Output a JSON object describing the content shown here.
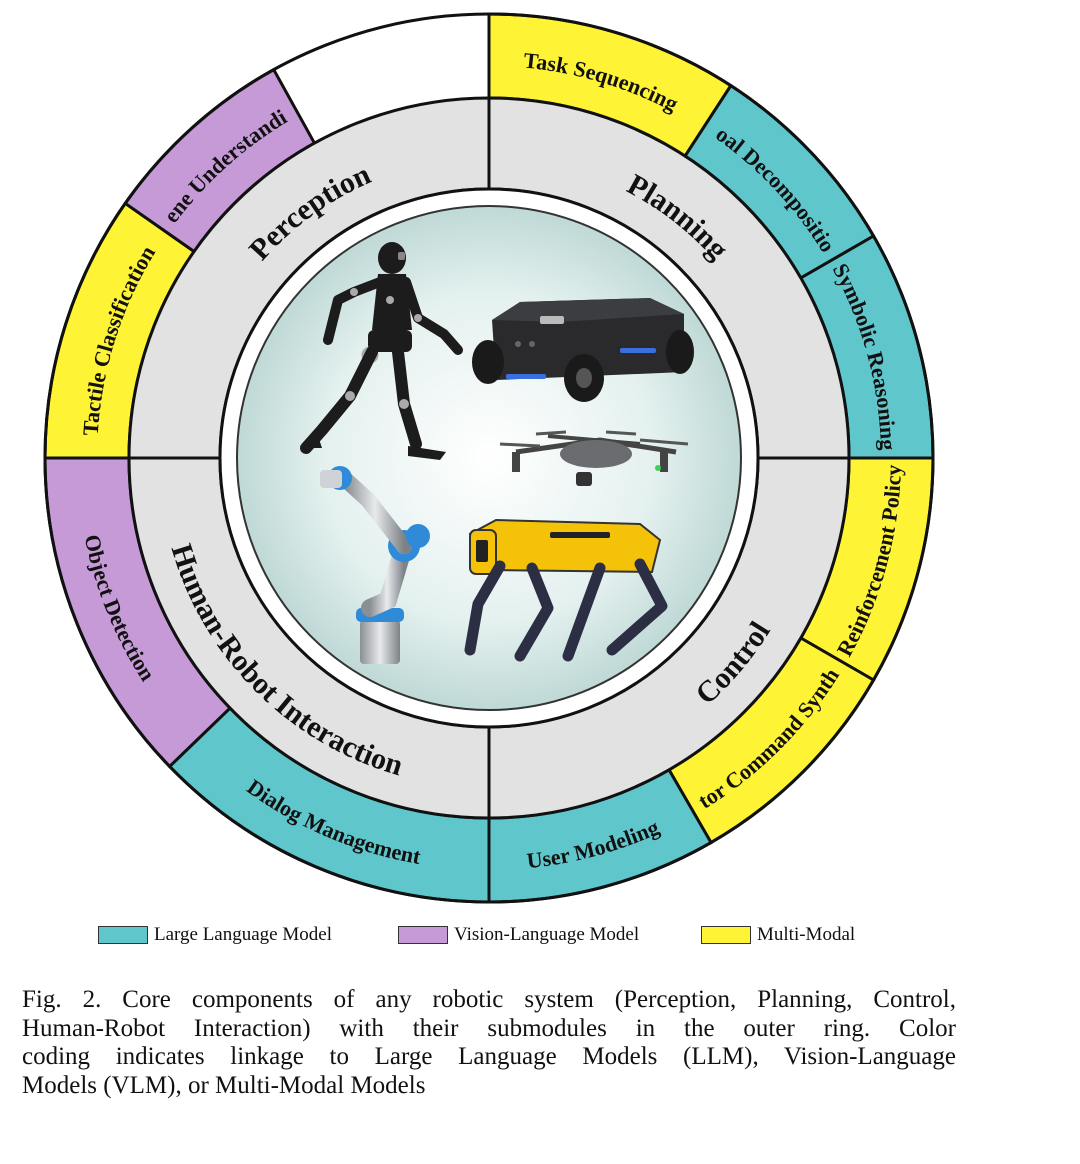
{
  "colors": {
    "llm": "#5fc7cb",
    "vlm": "#c59ad6",
    "multimodal": "#fff336",
    "core_ring": "#e2e2e2",
    "hub": "#d6ebe8"
  },
  "core": [
    {
      "label": "Perception"
    },
    {
      "label": "Planning"
    },
    {
      "label": "Control"
    },
    {
      "label": "Human-Robot Interaction"
    }
  ],
  "submodules": [
    {
      "label": "Task Sequencing",
      "color": "multimodal"
    },
    {
      "label": "Goal Decomposition",
      "color": "llm"
    },
    {
      "label": "Symbolic Reasoning",
      "color": "llm"
    },
    {
      "label": "Reinforcement Policy",
      "color": "multimodal"
    },
    {
      "label": "Motor Command Synthesis",
      "color": "multimodal"
    },
    {
      "label": "User Modeling",
      "color": "llm"
    },
    {
      "label": "Dialog Management",
      "color": "llm"
    },
    {
      "label": "Object Detection",
      "color": "vlm"
    },
    {
      "label": "Tactile Classification",
      "color": "multimodal"
    },
    {
      "label": "Scene Understanding",
      "color": "vlm"
    }
  ],
  "robots": [
    {
      "name": "humanoid-robot"
    },
    {
      "name": "mobile-base-robot"
    },
    {
      "name": "drone"
    },
    {
      "name": "robot-arm"
    },
    {
      "name": "quadruped-robot"
    }
  ],
  "legend": [
    {
      "label": "Large Language Model",
      "color": "llm"
    },
    {
      "label": "Vision-Language Model",
      "color": "vlm"
    },
    {
      "label": "Multi-Modal",
      "color": "multimodal"
    }
  ],
  "caption": {
    "lines": [
      "Fig. 2.  Core components of any robotic system (Perception, Planning, Control,",
      "Human-Robot Interaction) with their submodules in the outer ring. Color",
      "coding indicates linkage to Large Language Models (LLM), Vision-Language",
      "Models (VLM), or Multi-Modal Models"
    ]
  }
}
